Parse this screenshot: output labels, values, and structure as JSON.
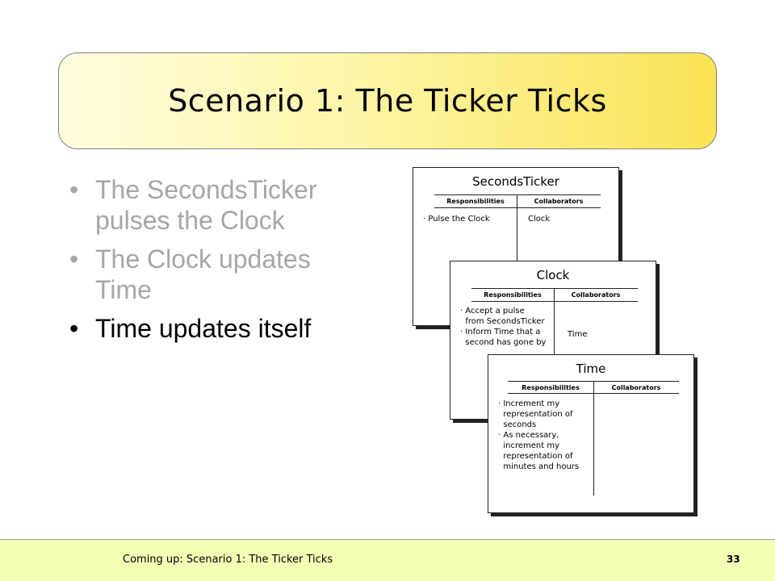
{
  "slide": {
    "title": "Scenario 1: The Ticker Ticks",
    "bullets": [
      {
        "text": "The SecondsTicker pulses the Clock",
        "state": "dim"
      },
      {
        "text": "The Clock updates Time",
        "state": "dim"
      },
      {
        "text": "Time updates itself",
        "state": "active"
      }
    ],
    "bullet_symbol": "•"
  },
  "cards": {
    "seconds_ticker": {
      "title": "SecondsTicker",
      "responsibilities_label": "Responsibilities",
      "collaborators_label": "Collaborators",
      "responsibility": "· Pulse the Clock",
      "collaborator": "Clock"
    },
    "clock": {
      "title": "Clock",
      "responsibilities_label": "Responsibilities",
      "collaborators_label": "Collaborators",
      "responsibility": "· Accept a pulse\n  from SecondsTicker\n· Inform Time that a\n  second has gone by",
      "collaborator": "Time"
    },
    "time": {
      "title": "Time",
      "responsibilities_label": "Responsibilities",
      "collaborators_label": "Collaborators",
      "responsibility": "· Increment my\n  representation of\n  seconds\n· As necessary,\n  increment my\n  representation of\n  minutes and hours",
      "collaborator": ""
    }
  },
  "footer": {
    "text": "Coming up: Scenario 1: The Ticker Ticks",
    "page_number": "33"
  }
}
